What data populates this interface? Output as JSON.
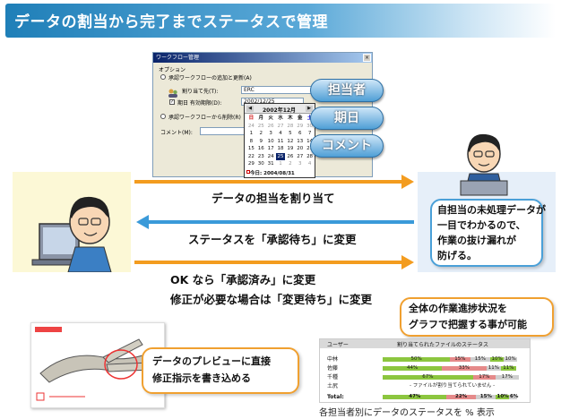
{
  "header": {
    "title": "データの割当から完了までステータスで管理"
  },
  "dialog": {
    "title": "ワークフロー管理",
    "group_label": "オプション",
    "radio_1": "承認ワークフローの追加と更新(A)",
    "assign_label": "割り当て先(T):",
    "assign_value": "ERC",
    "due_label": "期日 有効期限(D):",
    "due_value": "2002/12/25",
    "radio_2": "承認ワークフローから削除(R)",
    "comment_label": "コメント(M):",
    "close": "×"
  },
  "calendar": {
    "month": "2002年12月",
    "prev": "◀",
    "next": "▶",
    "weekdays": [
      "日",
      "月",
      "火",
      "水",
      "木",
      "金",
      "土"
    ],
    "days": [
      "24",
      "25",
      "26",
      "27",
      "28",
      "29",
      "30",
      "1",
      "2",
      "3",
      "4",
      "5",
      "6",
      "7",
      "8",
      "9",
      "10",
      "11",
      "12",
      "13",
      "14",
      "15",
      "16",
      "17",
      "18",
      "19",
      "20",
      "21",
      "22",
      "23",
      "24",
      "25",
      "26",
      "27",
      "28",
      "29",
      "30",
      "31",
      "1",
      "2",
      "3",
      "4"
    ],
    "today": "今日: 2004/08/31"
  },
  "pills": {
    "assignee": "担当者",
    "date": "期日",
    "comment": "コメント"
  },
  "flow": {
    "assign": "データの担当を割り当て",
    "status_pending": "ステータスを「承認待ち」に変更",
    "ok_line": "OK なら「承認済み」に変更",
    "fix_line": "修正が必要な場合は「変更待ち」に変更"
  },
  "right_callout": {
    "line1": "自担当の未処理データが",
    "line2": "一目でわかるので、",
    "line3": "作業の抜け漏れが",
    "line4": "防げる。"
  },
  "progress_callout": {
    "line1": "全体の作業進捗状況を",
    "line2": "グラフで把握する事が可能"
  },
  "preview_callout": {
    "line1": "データのプレビューに直接",
    "line2": "修正指示を書き込める"
  },
  "table": {
    "col_user": "ユーザー",
    "col_status": "割り当てられたファイルのステータス",
    "rows": [
      {
        "name": "中林",
        "pcts": [
          "50%",
          "15%",
          "15%",
          "10%",
          "10%"
        ]
      },
      {
        "name": "佐藤",
        "pcts": [
          "44%",
          "33%",
          "11%",
          "11%"
        ]
      },
      {
        "name": "千種",
        "pcts": [
          "67%",
          "17%",
          "17%"
        ]
      },
      {
        "name": "土尻",
        "note": "- ファイルが割り当てられていません -"
      },
      {
        "name": "Total:",
        "pcts": [
          "47%",
          "22%",
          "15%",
          "10%",
          "6%"
        ]
      }
    ]
  },
  "caption": "各担当者別にデータのステータスを % 表示",
  "colors": {
    "arrow_orange": "#f39c1f",
    "arrow_blue": "#3a9ad9",
    "bar_green": "#8cc63f",
    "bar_red": "#e58a8a",
    "bar_gray": "#cfcfcf"
  }
}
